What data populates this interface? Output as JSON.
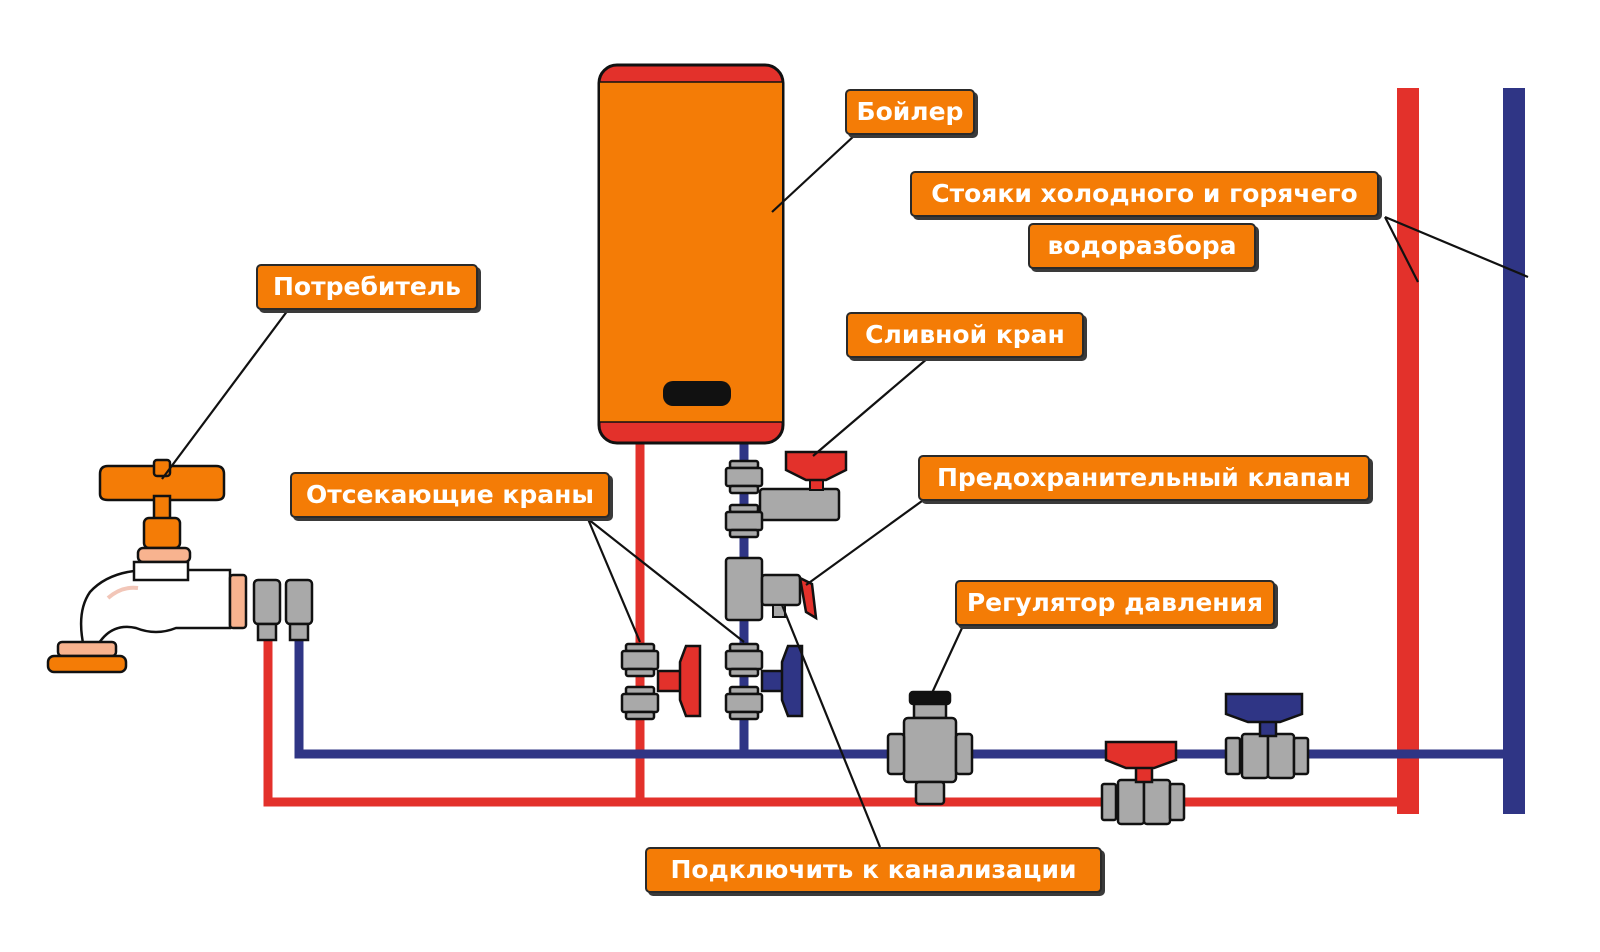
{
  "labels": {
    "boiler": "Бойлер",
    "risers_line1": "Стояки холодного и горячего",
    "risers_line2": "водоразбора",
    "drain_valve": "Сливной кран",
    "consumer": "Потребитель",
    "shutoff_valves": "Отсекающие краны",
    "safety_valve": "Предохранительный клапан",
    "pressure_regulator": "Регулятор давления",
    "sewer_connection": "Подключить к канализации"
  },
  "colors": {
    "hot_water": "#e3312b",
    "cold_water": "#2f3585",
    "label_fill": "#f47c06",
    "boiler_body": "#f47c06",
    "fitting_metal": "#a9a9a9",
    "tap_body": "#f47c06"
  }
}
